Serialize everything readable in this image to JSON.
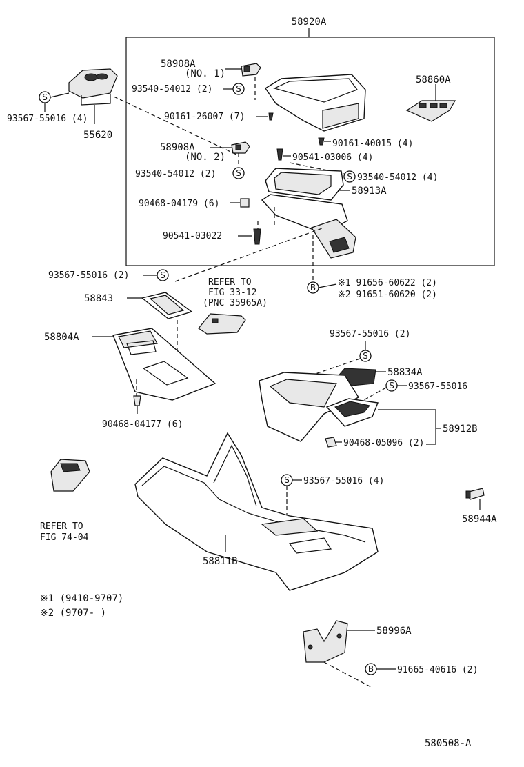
{
  "labels": {
    "assy_58920A": "58920A",
    "p58908A_no1": "58908A",
    "p58908A_no1_sub": "(NO. 1)",
    "p58860A": "58860A",
    "b93540_a": "93540-54012 (2)",
    "b93567_top": "93567-55016 (4)",
    "p55620": "55620",
    "b90161_26007": "90161-26007 (7)",
    "p58908A_no2": "58908A",
    "p58908A_no2_sub": "(NO. 2)",
    "b90161_40015": "90161-40015 (4)",
    "b90541_03006": "90541-03006 (4)",
    "b93540_b": "93540-54012 (2)",
    "b93540_c": "93540-54012 (4)",
    "p58913A": "58913A",
    "b90468_04179": "90468-04179 (6)",
    "b90541_03022": "90541-03022",
    "b93567_2": "93567-55016 (2)",
    "ref33_1": "REFER TO",
    "ref33_2": "FIG 33-12",
    "ref33_3": "(PNC 35965A)",
    "b91656": "※1 91656-60622 (2)",
    "b91651": "※2 91651-60620 (2)",
    "p58843": "58843",
    "p58804A": "58804A",
    "b93567_2b": "93567-55016 (2)",
    "p58834A": "58834A",
    "b93567_c": "93567-55016",
    "p58912B": "58912B",
    "b90468_05096": "90468-05096 (2)",
    "b90468_04177": "90468-04177 (6)",
    "b93567_4b": "93567-55016 (4)",
    "p58944A": "58944A",
    "ref74_1": "REFER TO",
    "ref74_2": "FIG 74-04",
    "p58811B": "58811B",
    "note1": "※1  (9410-9707)",
    "note2": "※2  (9707-       )",
    "p58996A": "58996A",
    "b91665": "91665-40616 (2)",
    "fig_id": "580508-A"
  },
  "symbols": {
    "screw": "S",
    "bolt": "B"
  }
}
